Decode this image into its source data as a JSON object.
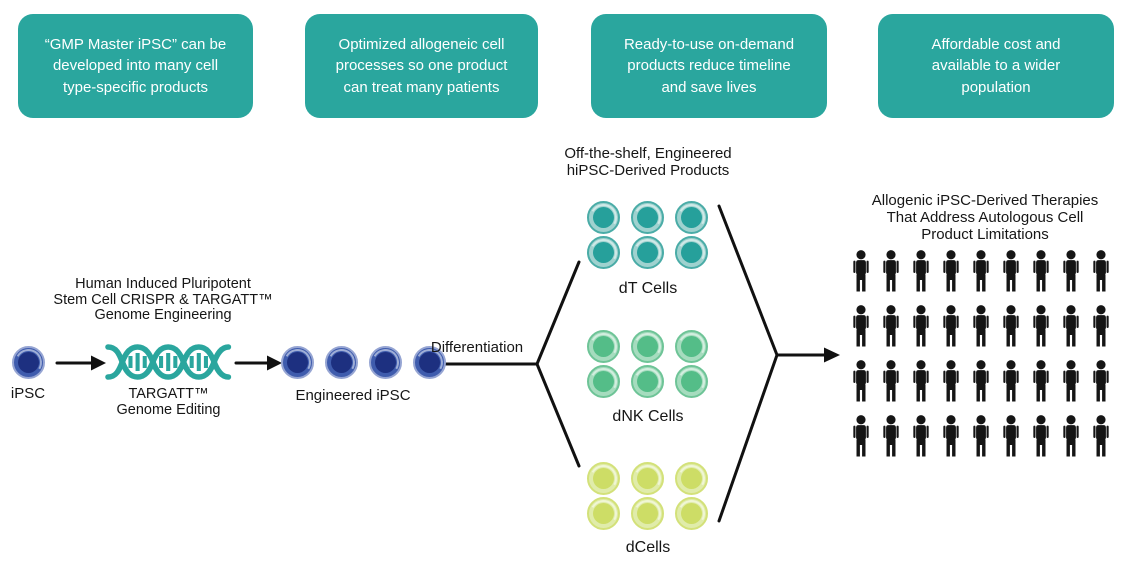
{
  "colors": {
    "teal": "#2aa69e",
    "line": "#111111",
    "person": "#151515",
    "text": "#161616"
  },
  "top_boxes": [
    {
      "label": "“GMP Master iPSC” can be\ndeveloped into many cell\ntype-specific products"
    },
    {
      "label": "Optimized allogeneic cell\nprocesses so one product\ncan treat many patients"
    },
    {
      "label": "Ready-to-use on-demand\nproducts reduce timeline\nand save lives"
    },
    {
      "label": "Affordable cost and\navailable to a wider\npopulation"
    }
  ],
  "flow": {
    "engineering_caption": "Human Induced Pluripotent\nStem Cell CRISPR & TARGATT™\nGenome Engineering",
    "ipsc": {
      "label": "iPSC",
      "count": 1,
      "colors": {
        "ring": "#3f5cad",
        "core": "#1d3080",
        "edge": "#96a5d3"
      }
    },
    "targatt_caption": "TARGATT™\nGenome Editing",
    "engineered": {
      "label": "Engineered iPSC",
      "count": 4,
      "colors": {
        "ring": "#3f5cad",
        "core": "#1d3080",
        "edge": "#96a5d3"
      }
    },
    "differentiation_label": "Differentiation"
  },
  "products": {
    "header": "Off-the-shelf, Engineered\nhiPSC-Derived Products",
    "clusters": [
      {
        "label": "dT Cells",
        "count": 6,
        "colors": {
          "ring": "#9fd2cf",
          "core": "#26a09b",
          "edge": "#4aaca7"
        }
      },
      {
        "label": "dNK Cells",
        "count": 6,
        "colors": {
          "ring": "#a5dcbe",
          "core": "#54bd88",
          "edge": "#6ec497"
        }
      },
      {
        "label": "dCells",
        "count": 6,
        "colors": {
          "ring": "#e0ecaa",
          "core": "#cddd66",
          "edge": "#d3e179"
        }
      }
    ]
  },
  "therapies": {
    "header": "Allogenic iPSC-Derived Therapies\nThat Address Autologous Cell\nProduct Limitations",
    "people": {
      "rows": 4,
      "cols": 9
    }
  }
}
